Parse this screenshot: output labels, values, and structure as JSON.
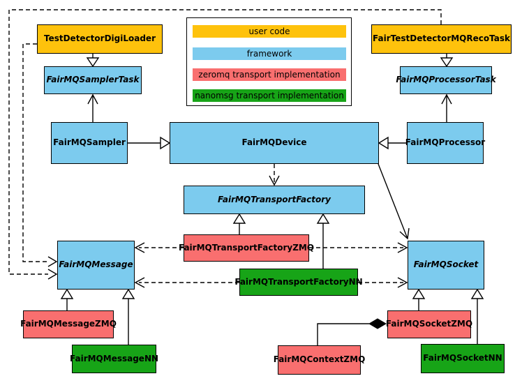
{
  "legend": {
    "items": [
      {
        "label": "user code",
        "color": "#FEC20C"
      },
      {
        "label": "framework",
        "color": "#7CCBEE"
      },
      {
        "label": "zeromq transport implementation",
        "color": "#F96F6F"
      },
      {
        "label": "nanomsg transport implementation",
        "color": "#17A417"
      }
    ]
  },
  "colors": {
    "user_code": "#FEC20C",
    "framework": "#7CCBEE",
    "zeromq": "#F96F6F",
    "nanomsg": "#17A417",
    "line": "#000000",
    "background": "#FFFFFF"
  },
  "nodes": {
    "testDetectorDigiLoader": {
      "label": "TestDetectorDigiLoader",
      "category": "user code",
      "abstract": false
    },
    "fairTestDetectorMQRecoTask": {
      "label": "FairTestDetectorMQRecoTask",
      "category": "user code",
      "abstract": false
    },
    "fairMQSamplerTask": {
      "label": "FairMQSamplerTask",
      "category": "framework",
      "abstract": true
    },
    "fairMQProcessorTask": {
      "label": "FairMQProcessorTask",
      "category": "framework",
      "abstract": true
    },
    "fairMQSampler": {
      "label": "FairMQSampler",
      "category": "framework",
      "abstract": false
    },
    "fairMQDevice": {
      "label": "FairMQDevice",
      "category": "framework",
      "abstract": false
    },
    "fairMQProcessor": {
      "label": "FairMQProcessor",
      "category": "framework",
      "abstract": false
    },
    "fairMQTransportFactory": {
      "label": "FairMQTransportFactory",
      "category": "framework",
      "abstract": true
    },
    "fairMQTransportFactoryZMQ": {
      "label": "FairMQTransportFactoryZMQ",
      "category": "zeromq",
      "abstract": false
    },
    "fairMQTransportFactoryNN": {
      "label": "FairMQTransportFactoryNN",
      "category": "nanomsg",
      "abstract": false
    },
    "fairMQMessage": {
      "label": "FairMQMessage",
      "category": "framework",
      "abstract": true
    },
    "fairMQSocket": {
      "label": "FairMQSocket",
      "category": "framework",
      "abstract": true
    },
    "fairMQMessageZMQ": {
      "label": "FairMQMessageZMQ",
      "category": "zeromq",
      "abstract": false
    },
    "fairMQMessageNN": {
      "label": "FairMQMessageNN",
      "category": "nanomsg",
      "abstract": false
    },
    "fairMQSocketZMQ": {
      "label": "FairMQSocketZMQ",
      "category": "zeromq",
      "abstract": false
    },
    "fairMQSocketNN": {
      "label": "FairMQSocketNN",
      "category": "nanomsg",
      "abstract": false
    },
    "fairMQContextZMQ": {
      "label": "FairMQContextZMQ",
      "category": "zeromq",
      "abstract": false
    }
  },
  "edges": [
    {
      "from": "TestDetectorDigiLoader",
      "to": "FairMQSamplerTask",
      "type": "inheritance"
    },
    {
      "from": "FairTestDetectorMQRecoTask",
      "to": "FairMQProcessorTask",
      "type": "inheritance"
    },
    {
      "from": "FairMQSampler",
      "to": "FairMQSamplerTask",
      "type": "association"
    },
    {
      "from": "FairMQProcessor",
      "to": "FairMQProcessorTask",
      "type": "association"
    },
    {
      "from": "FairMQSampler",
      "to": "FairMQDevice",
      "type": "inheritance"
    },
    {
      "from": "FairMQProcessor",
      "to": "FairMQDevice",
      "type": "inheritance"
    },
    {
      "from": "FairMQDevice",
      "to": "FairMQTransportFactory",
      "type": "dependency"
    },
    {
      "from": "FairMQDevice",
      "to": "FairMQSocket",
      "type": "association"
    },
    {
      "from": "FairMQTransportFactoryZMQ",
      "to": "FairMQTransportFactory",
      "type": "inheritance"
    },
    {
      "from": "FairMQTransportFactoryNN",
      "to": "FairMQTransportFactory",
      "type": "inheritance"
    },
    {
      "from": "FairMQTransportFactoryZMQ",
      "to": "FairMQMessage",
      "type": "dependency"
    },
    {
      "from": "FairMQTransportFactoryZMQ",
      "to": "FairMQSocket",
      "type": "dependency"
    },
    {
      "from": "FairMQTransportFactoryNN",
      "to": "FairMQMessage",
      "type": "dependency"
    },
    {
      "from": "FairMQTransportFactoryNN",
      "to": "FairMQSocket",
      "type": "dependency"
    },
    {
      "from": "TestDetectorDigiLoader",
      "to": "FairMQMessage",
      "type": "dependency"
    },
    {
      "from": "FairTestDetectorMQRecoTask",
      "to": "FairMQMessage",
      "type": "dependency"
    },
    {
      "from": "FairMQMessageZMQ",
      "to": "FairMQMessage",
      "type": "inheritance"
    },
    {
      "from": "FairMQMessageNN",
      "to": "FairMQMessage",
      "type": "inheritance"
    },
    {
      "from": "FairMQSocketZMQ",
      "to": "FairMQSocket",
      "type": "inheritance"
    },
    {
      "from": "FairMQSocketNN",
      "to": "FairMQSocket",
      "type": "inheritance"
    },
    {
      "from": "FairMQContextZMQ",
      "to": "FairMQSocketZMQ",
      "type": "composition"
    }
  ]
}
